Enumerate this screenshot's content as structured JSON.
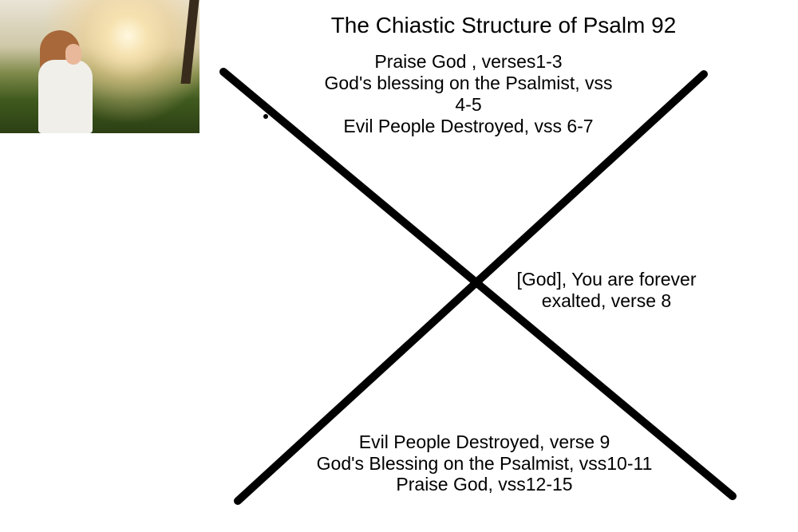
{
  "title": "The Chiastic Structure of Psalm 92",
  "top_block": [
    "Praise God , verses1-3",
    "God's blessing on the Psalmist, vss",
    "4-5",
    "Evil People Destroyed, vss 6-7"
  ],
  "center_block": [
    "[God], You are forever",
    "exalted, verse 8"
  ],
  "bottom_block": [
    "Evil People Destroyed, verse 9",
    "God's Blessing on the Psalmist, vss10-11",
    "Praise God, vss12-15"
  ],
  "colors": {
    "line": "#000000",
    "background": "#ffffff"
  }
}
